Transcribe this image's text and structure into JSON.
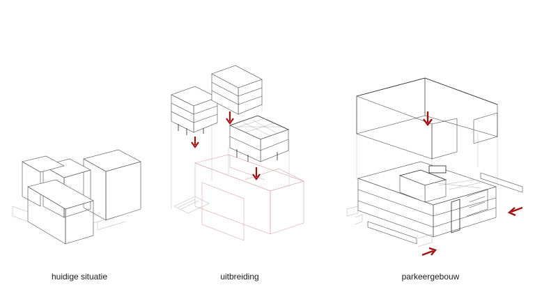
{
  "diagrams": [
    {
      "label": "huidige situatie"
    },
    {
      "label": "uitbreiding"
    },
    {
      "label": "parkeergebouw"
    }
  ],
  "colors": {
    "arrow": "#a01010",
    "line": "#4a4a4a",
    "ghost": "#d9a4a4"
  },
  "icons": [
    "arrow-down-icon",
    "arrow-left-icon",
    "arrow-right-icon"
  ]
}
